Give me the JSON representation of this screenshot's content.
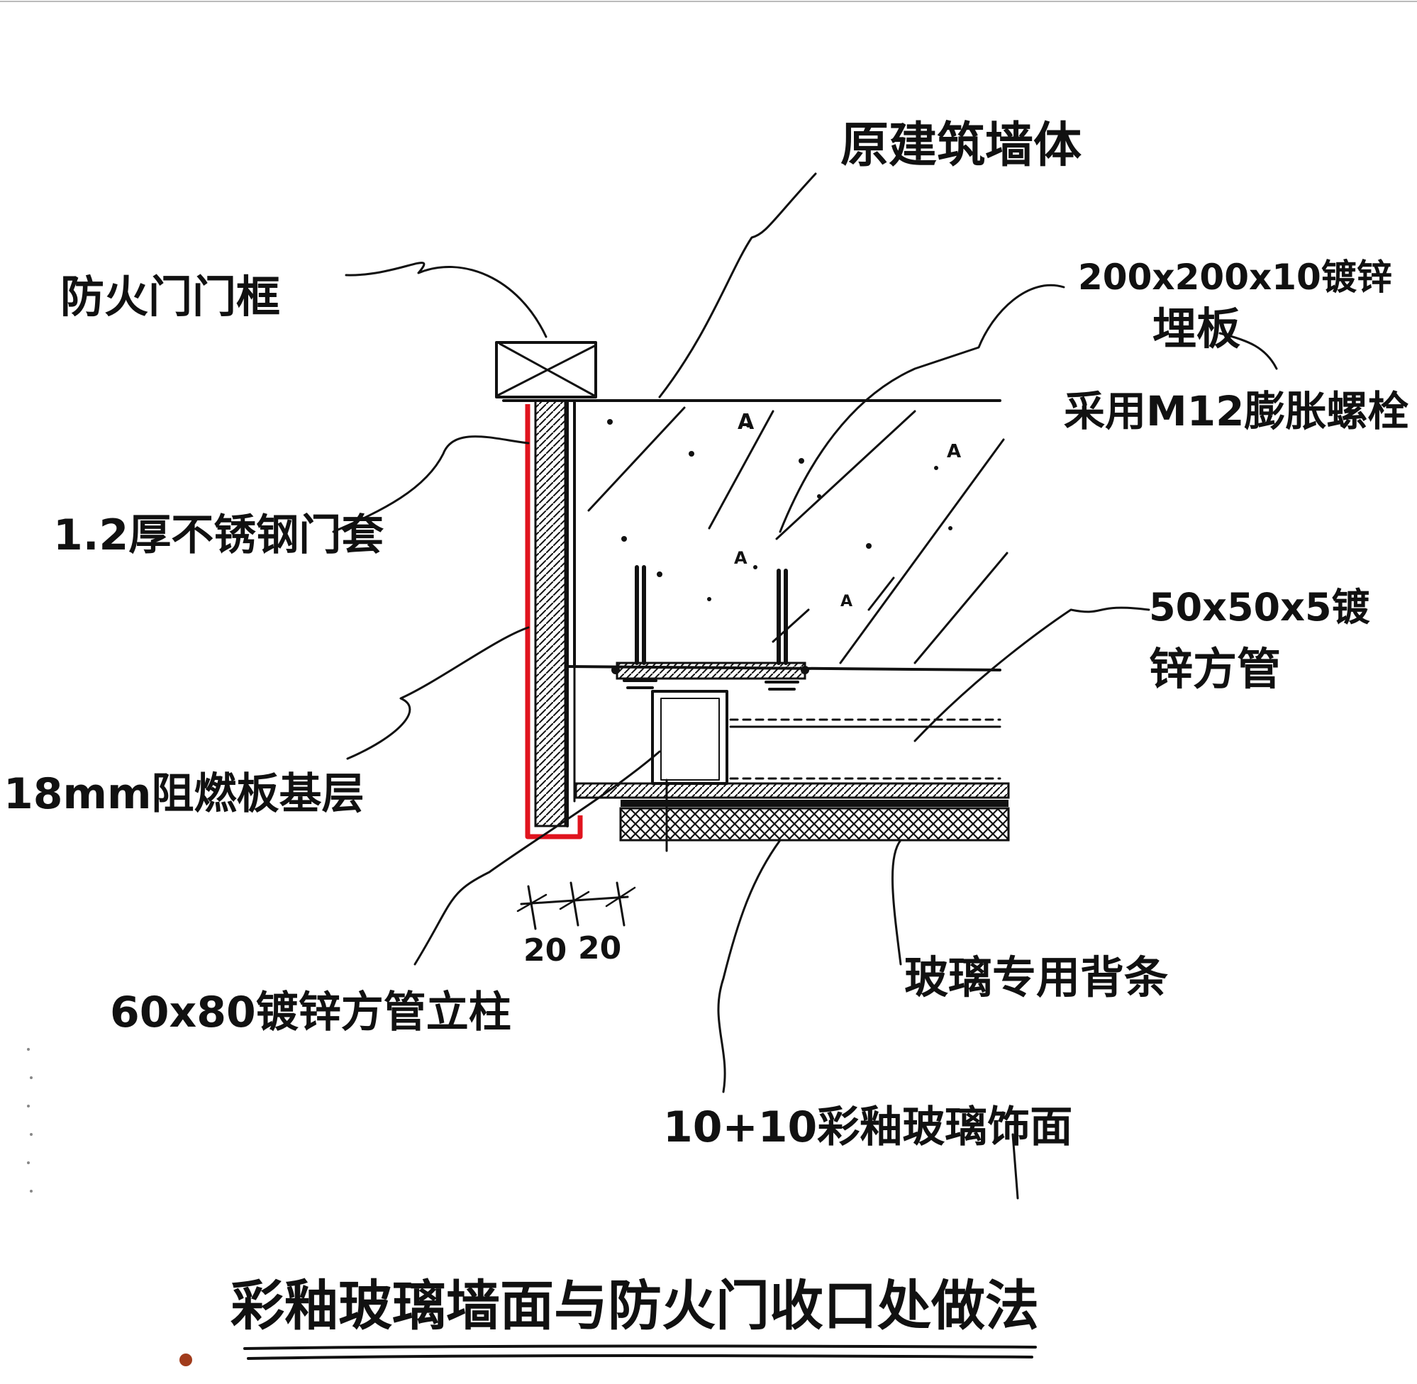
{
  "title": "彩釉玻璃墙面与防火门收口处做法",
  "labels": {
    "fire_door_frame": "防火门门框",
    "original_wall": "原建筑墙体",
    "embedded_plate_line1": "200x200x10镀锌",
    "embedded_plate_line2": "埋板",
    "expansion_bolt": "采用M12膨胀螺栓",
    "steel_door_cover": "1.2厚不锈钢门套",
    "square_tube": "50x50x5镀锌方管",
    "square_tube_line1": "50x50x5镀",
    "square_tube_line2": "锌方管",
    "fire_board": "18mm阻燃板基层",
    "glass_backing": "玻璃专用背条",
    "column": "60x80镀锌方管立柱",
    "glass_finish": "10+10彩釉玻璃饰面"
  },
  "dimensions": {
    "left": "20",
    "right": "20"
  },
  "colors": {
    "ink": "#111111",
    "door_cover": "#e0141e",
    "paper": "#ffffff"
  }
}
